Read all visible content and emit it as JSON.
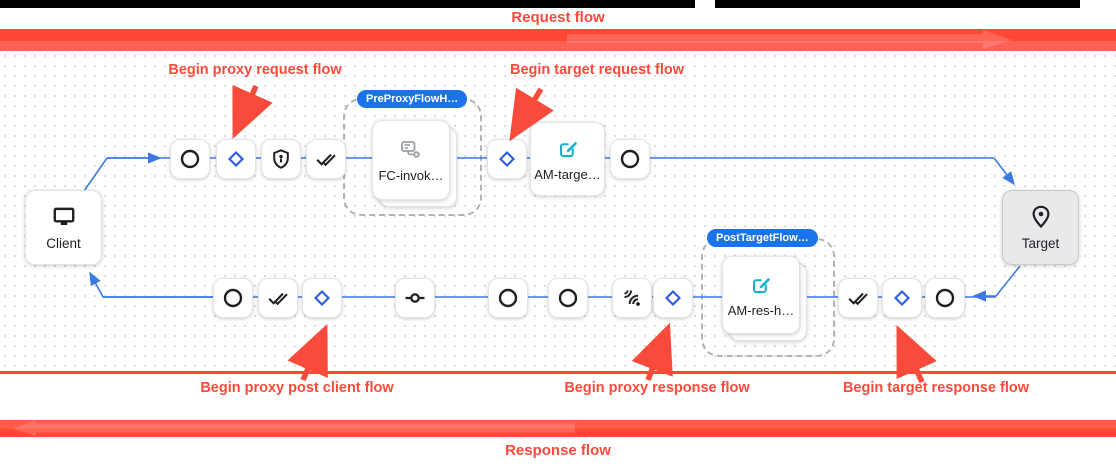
{
  "annotations": {
    "request_flow": "Request flow",
    "response_flow": "Response flow",
    "begin_proxy_request": "Begin proxy request flow",
    "begin_target_request": "Begin target request flow",
    "begin_proxy_post_client": "Begin proxy post client flow",
    "begin_proxy_response": "Begin proxy response flow",
    "begin_target_response": "Begin target response flow"
  },
  "nodes": {
    "client": {
      "label": "Client",
      "icon": "desktop-icon"
    },
    "target": {
      "label": "Target",
      "icon": "location-pin-icon"
    }
  },
  "flow_hooks": {
    "pre_proxy": {
      "badge": "PreProxyFlowH…",
      "card_label": "FC-invok…",
      "card_icon": "flow-callout-icon"
    },
    "post_target": {
      "badge": "PostTargetFlow…",
      "card_label": "AM-res-h…",
      "card_icon": "edit-square-icon"
    }
  },
  "policies": {
    "am_target": {
      "label": "AM-targe…",
      "icon": "edit-square-icon"
    }
  },
  "steps": {
    "proxy_request_row": [
      "circle-step",
      "flow-start-diamond",
      "security-shield-step",
      "double-check-step"
    ],
    "target_request_row": [
      "flow-start-diamond",
      "am-target-policy-card",
      "circle-step"
    ],
    "response_row": [
      "circle-step",
      "double-check-step",
      "flow-start-diamond",
      "commit-step",
      "circle-step",
      "circle-step",
      "signal-step",
      "flow-start-diamond"
    ],
    "target_response_row": [
      "double-check-step",
      "flow-start-diamond",
      "circle-step"
    ]
  },
  "colors": {
    "annotation_red": "#F94B3B",
    "bar_red": "#FF4733",
    "flow_line_blue": "#3D78E3",
    "diamond_blue": "#2A5BE3",
    "badge_blue": "#1A73E8",
    "edit_teal": "#12B5CB",
    "hook_icon_gray": "#9AA0A6"
  }
}
